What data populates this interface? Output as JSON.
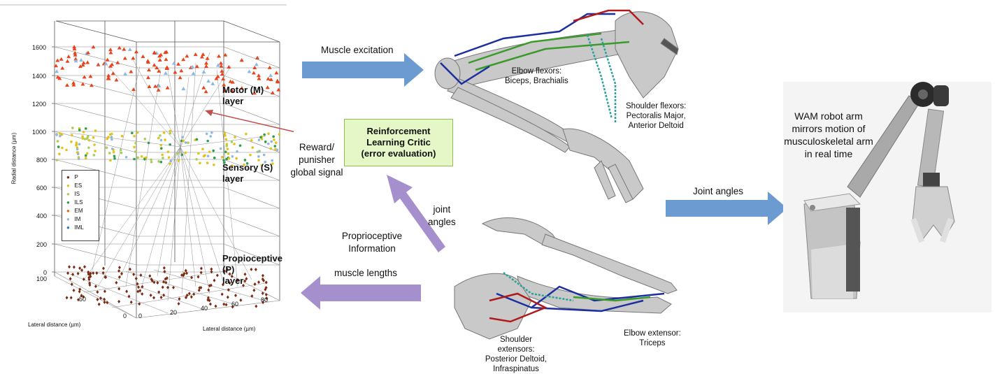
{
  "plot": {
    "ylabel": "Radial distance (µm)",
    "y_ticks": [
      "1600",
      "1400",
      "1200",
      "1000",
      "800",
      "600",
      "400",
      "200",
      "0"
    ],
    "x_left_ticks": [
      "100",
      "50",
      "0"
    ],
    "x_right_ticks": [
      "0",
      "20",
      "40",
      "60",
      "80"
    ],
    "xlabel_left": "Lateral distance (µm)",
    "xlabel_right": "Lateral distance (µm)",
    "legend": [
      {
        "label": "P",
        "color": "#7b2a12"
      },
      {
        "label": "ES",
        "color": "#e3c21a"
      },
      {
        "label": "IS",
        "color": "#a6cf5a"
      },
      {
        "label": "ILS",
        "color": "#2e9e48"
      },
      {
        "label": "EM",
        "color": "#e8631a"
      },
      {
        "label": "IM",
        "color": "#8fb7e6"
      },
      {
        "label": "IML",
        "color": "#2f74c0"
      }
    ],
    "layers": {
      "motor": [
        "Motor (M)",
        "layer"
      ],
      "sensory": [
        "Sensory (S)",
        "layer"
      ],
      "proprio": [
        "Propioceptive (P)",
        "layer"
      ]
    }
  },
  "critic": {
    "lines": [
      "Reinforcement",
      "Learning Critic",
      "(error evaluation)"
    ]
  },
  "labels": {
    "muscle_excitation": "Muscle excitation",
    "reward": [
      "Reward/",
      "punisher",
      "global signal"
    ],
    "joint": [
      "joint",
      "angles"
    ],
    "proprioceptive": [
      "Proprioceptive",
      "Information"
    ],
    "muscle_lengths": "muscle lengths",
    "joint_angles": "Joint angles",
    "elbow_flexors": [
      "Elbow flexors:",
      "Biceps, Brachialis"
    ],
    "shoulder_flexors": [
      "Shoulder flexors:",
      "Pectoralis Major,",
      "Anterior Deltoid"
    ],
    "shoulder_extensors": [
      "Shoulder extensors:",
      "Posterior Deltoid,",
      "Infraspinatus"
    ],
    "elbow_extensor": [
      "Elbow extensor:",
      "Triceps"
    ],
    "robot": [
      "WAM robot arm",
      "mirrors motion of",
      "musculoskeletal arm",
      "in real time"
    ]
  },
  "colors": {
    "blue_arrow": "#6b9bd0",
    "purple_arrow": "#a58fcc",
    "red_arrow": "#c0504d",
    "critic_fill": "#e6f7c7",
    "critic_border": "#8fc04f"
  }
}
